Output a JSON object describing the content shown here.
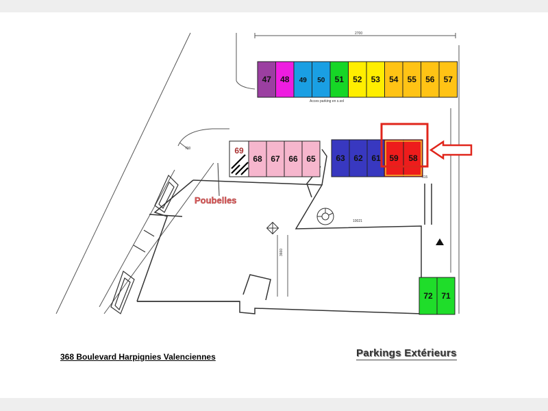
{
  "spaces": [
    {
      "label": "47",
      "color": "#9b3fa1"
    },
    {
      "label": "48",
      "color": "#ee1de0"
    },
    {
      "label": "49",
      "color": "#1a9fe3"
    },
    {
      "label": "50",
      "color": "#1a9fe3"
    },
    {
      "label": "51",
      "color": "#16d626"
    },
    {
      "label": "52",
      "color": "#ffee00"
    },
    {
      "label": "53",
      "color": "#ffee00"
    },
    {
      "label": "54",
      "color": "#ffc315"
    },
    {
      "label": "55",
      "color": "#ffc315"
    },
    {
      "label": "56",
      "color": "#ffc315"
    },
    {
      "label": "57",
      "color": "#ffc315"
    },
    {
      "label": "69",
      "color": "#ffffff"
    },
    {
      "label": "68",
      "color": "#f6b6cd"
    },
    {
      "label": "67",
      "color": "#f6b6cd"
    },
    {
      "label": "66",
      "color": "#f6b6cd"
    },
    {
      "label": "65",
      "color": "#f6b6cd"
    },
    {
      "label": "63",
      "color": "#3838c0"
    },
    {
      "label": "62",
      "color": "#3838c0"
    },
    {
      "label": "61",
      "color": "#3838c0"
    },
    {
      "label": "59",
      "color": "#ee1c1c"
    },
    {
      "label": "58",
      "color": "#ee1c1c"
    },
    {
      "label": "72",
      "color": "#1fdd2a"
    },
    {
      "label": "71",
      "color": "#1fdd2a"
    }
  ],
  "highlight_color": "#e0251b",
  "labels": {
    "trash": "Poubelles",
    "access": "Acces  parking en s.sol",
    "dim_top": "2700",
    "dim_mid": "10021",
    "dim_side": "3660",
    "dim_left": "700",
    "dim_right": "615"
  },
  "footer": {
    "address": "368 Boulevard Harpignies Valenciennes",
    "title": "Parkings Extérieurs"
  }
}
